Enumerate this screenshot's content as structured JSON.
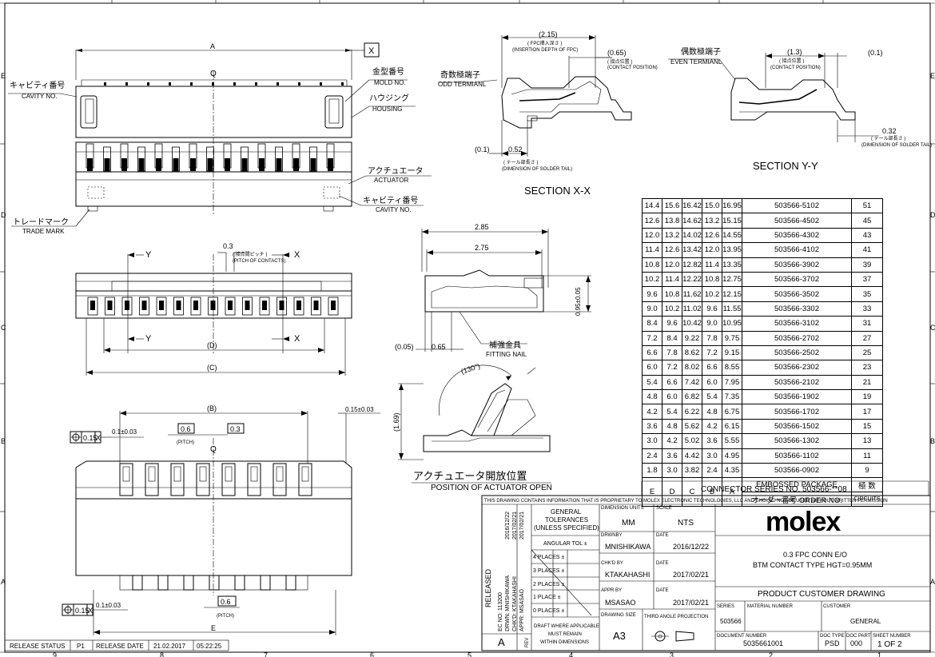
{
  "drawing": {
    "title_block": {
      "proprietary_notice": "THIS DRAWING CONTAINS INFORMATION THAT IS PROPRIETARY TO MOLEX ELECTRONIC TECHNOLOGIES, LLC AND SHOULD NOT BE USED WITHOUT WRITTEN PERMISSION",
      "company": "molex",
      "description_line1": "0.3 FPC CONN E/O",
      "description_line2": "BTM CONTACT TYPE HGT=0.95MM",
      "drawing_type": "PRODUCT CUSTOMER DRAWING",
      "dimension_units_label": "DIMENSION UNITS",
      "dimension_units": "MM",
      "scale_label": "SCALE",
      "scale": "NTS",
      "general_tolerances": "GENERAL TOLERANCES (UNLESS SPECIFIED)",
      "angular_tol": "ANGULAR TOL ±",
      "places": [
        "4 PLACES ±",
        "3 PLACES ±",
        "2 PLACES ±",
        "1 PLACE ±",
        "0 PLACES ±"
      ],
      "draft_note": "DRAFT WHERE APPLICABLE MUST REMAIN WITHIN DIMENSIONS",
      "drawn_by_label": "DRWNBY",
      "drawn_by": "MNISHIKAWA",
      "drawn_date": "2016/12/22",
      "checked_by_label": "CHK'D BY",
      "checked_by": "KTAKAHASHI",
      "checked_date": "2017/02/21",
      "approved_by_label": "APPR BY",
      "approved_by": "MSASAO",
      "approved_date": "2017/02/21",
      "date_label": "DATE",
      "drawing_size_label": "DRAWING SIZE",
      "drawing_size": "A3",
      "projection_label": "THIRD ANGLE PROJECTION",
      "series_label": "SERIES",
      "series": "503566",
      "material_number_label": "MATERIAL NUMBER",
      "customer_label": "CUSTOMER",
      "customer": "GENERAL",
      "document_number_label": "DOCUMENT NUMBER",
      "document_number": "5035661001",
      "doc_type_label": "DOC TYPE",
      "doc_type": "PSD",
      "doc_part_label": "DOC PART",
      "doc_part": "000",
      "sheet_number_label": "SHEET NUMBER",
      "sheet": "1 OF 2",
      "rev": "A",
      "rev_label": "REV",
      "released_label": "RELEASED",
      "ec_no": "EC NO: 113200",
      "drwn": "DRWN: MNISHIKAWA",
      "chkd": "CHK'D: KTAKAHASHI",
      "appr": "APPR: MSASAO",
      "rel_date1": "2016/12/22",
      "rel_date2": "2017/02/21",
      "rel_date3": "2017/02/21"
    },
    "release_status": {
      "label": "RELEASE STATUS",
      "status": "P1",
      "date_label": "RELEASE DATE",
      "date": "21.02.2017",
      "time": "05:22:25"
    },
    "border": {
      "columns": [
        "9",
        "8",
        "7",
        "6",
        "5",
        "4",
        "3",
        "2",
        "1"
      ],
      "rows": [
        "E",
        "D",
        "C",
        "B",
        "A"
      ]
    },
    "top_view": {
      "dim_a": "A",
      "datum_x": "X",
      "centerline": "Q",
      "cavity_no_jp": "キャビティ番号",
      "cavity_no": "CAVITY NO.",
      "mold_no_jp": "金型番号",
      "mold_no": "MOLD NO.",
      "housing_jp": "ハウジング",
      "housing": "HOUSING",
      "actuator_jp": "アクチュエータ",
      "actuator": "ACTUATOR",
      "cavity_no2_jp": "キャビティ番号",
      "cavity_no2": "CAVITY NO.",
      "trade_mark_jp": "トレードマーク",
      "trade_mark": "TRADE MARK"
    },
    "front_view": {
      "y": "Y",
      "x": "X",
      "pitch": "0.3",
      "pitch_note_jp": "( 接点間ピッチ )",
      "pitch_note": "(PITCH OF CONTACTS)",
      "dim_d": "(D)",
      "dim_c": "(C)"
    },
    "footprint_view": {
      "dim_b": "(B)",
      "tol_015": "0.15±0.03",
      "gdt_015": "0.15",
      "gdt_x": "X",
      "tol_01": "0.1±0.03",
      "pitch_06": "0.6",
      "pitch_label": "(PITCH)",
      "dim_03": "0.3",
      "dim_e": "E",
      "centerline": "Q"
    },
    "section_xx": {
      "title": "SECTION X-X",
      "dim_215": "(2.15)",
      "insertion_jp": "( FPC挿入深さ )",
      "insertion": "(INSERTION DEPTH OF FPC)",
      "dim_065": "(0.65)",
      "contact_pos_jp": "( 接点位置 )",
      "contact_pos": "(CONTACT POSITION)",
      "odd_jp": "奇数極端子",
      "odd": "ODD TERMIANL",
      "dim_01": "(0.1)",
      "dim_052": "0.52",
      "tail_jp": "( テール部長さ )",
      "tail": "(DIMENSION OF SOLDER TAIL)"
    },
    "section_yy": {
      "title": "SECTION Y-Y",
      "even_jp": "偶数極端子",
      "even": "EVEN TERMIANL",
      "dim_13": "(1.3)",
      "contact_pos_jp": "( 接点位置 )",
      "contact_pos": "(CONTACT POSITION)",
      "dim_01": "(0.1)",
      "dim_032": "0.32",
      "tail_jp": "( テール部長さ )",
      "tail": "(DIMENSION OF SOLDER TAIL)"
    },
    "side_view": {
      "dim_285": "2.85",
      "dim_275": "2.75",
      "dim_095": "0.95±0.05",
      "dim_005": "(0.05)",
      "dim_065": "0.65",
      "fitting_nail_jp": "補強金具",
      "fitting_nail": "FITTING NAIL"
    },
    "actuator_open": {
      "angle": "(130°)",
      "height": "(1.69)",
      "title_jp": "アクチュエータ開放位置",
      "title": "POSITION OF ACTUATOR OPEN"
    },
    "order_table": {
      "columns": [
        "E",
        "D",
        "C",
        "B",
        "A"
      ],
      "embossed": "EMBOSSED PACKAGE",
      "order_no": "オーダー番号 ORDER NO.",
      "circuits_jp": "極 数",
      "circuits": "CIRCUITS",
      "series_note": "CONNECTOR SERIES NO. 503566-**08",
      "rows": [
        {
          "e": "14.4",
          "d": "15.6",
          "c": "16.42",
          "b": "15.0",
          "a": "16.95",
          "pn": "503566-5102",
          "ckt": "51"
        },
        {
          "e": "12.6",
          "d": "13.8",
          "c": "14.62",
          "b": "13.2",
          "a": "15.15",
          "pn": "503566-4502",
          "ckt": "45"
        },
        {
          "e": "12.0",
          "d": "13.2",
          "c": "14.02",
          "b": "12.6",
          "a": "14.55",
          "pn": "503566-4302",
          "ckt": "43"
        },
        {
          "e": "11.4",
          "d": "12.6",
          "c": "13.42",
          "b": "12.0",
          "a": "13.95",
          "pn": "503566-4102",
          "ckt": "41"
        },
        {
          "e": "10.8",
          "d": "12.0",
          "c": "12.82",
          "b": "11.4",
          "a": "13.35",
          "pn": "503566-3902",
          "ckt": "39"
        },
        {
          "e": "10.2",
          "d": "11.4",
          "c": "12.22",
          "b": "10.8",
          "a": "12.75",
          "pn": "503566-3702",
          "ckt": "37"
        },
        {
          "e": "9.6",
          "d": "10.8",
          "c": "11.62",
          "b": "10.2",
          "a": "12.15",
          "pn": "503566-3502",
          "ckt": "35"
        },
        {
          "e": "9.0",
          "d": "10.2",
          "c": "11.02",
          "b": "9.6",
          "a": "11.55",
          "pn": "503566-3302",
          "ckt": "33"
        },
        {
          "e": "8.4",
          "d": "9.6",
          "c": "10.42",
          "b": "9.0",
          "a": "10.95",
          "pn": "503566-3102",
          "ckt": "31"
        },
        {
          "e": "7.2",
          "d": "8.4",
          "c": "9.22",
          "b": "7.8",
          "a": "9.75",
          "pn": "503566-2702",
          "ckt": "27"
        },
        {
          "e": "6.6",
          "d": "7.8",
          "c": "8.62",
          "b": "7.2",
          "a": "9.15",
          "pn": "503566-2502",
          "ckt": "25"
        },
        {
          "e": "6.0",
          "d": "7.2",
          "c": "8.02",
          "b": "6.6",
          "a": "8.55",
          "pn": "503566-2302",
          "ckt": "23"
        },
        {
          "e": "5.4",
          "d": "6.6",
          "c": "7.42",
          "b": "6.0",
          "a": "7.95",
          "pn": "503566-2102",
          "ckt": "21"
        },
        {
          "e": "4.8",
          "d": "6.0",
          "c": "6.82",
          "b": "5.4",
          "a": "7.35",
          "pn": "503566-1902",
          "ckt": "19"
        },
        {
          "e": "4.2",
          "d": "5.4",
          "c": "6.22",
          "b": "4.8",
          "a": "6.75",
          "pn": "503566-1702",
          "ckt": "17"
        },
        {
          "e": "3.6",
          "d": "4.8",
          "c": "5.62",
          "b": "4.2",
          "a": "6.15",
          "pn": "503566-1502",
          "ckt": "15"
        },
        {
          "e": "3.0",
          "d": "4.2",
          "c": "5.02",
          "b": "3.6",
          "a": "5.55",
          "pn": "503566-1302",
          "ckt": "13"
        },
        {
          "e": "2.4",
          "d": "3.6",
          "c": "4.42",
          "b": "3.0",
          "a": "4.95",
          "pn": "503566-1102",
          "ckt": "11"
        },
        {
          "e": "1.8",
          "d": "3.0",
          "c": "3.82",
          "b": "2.4",
          "a": "4.35",
          "pn": "503566-0902",
          "ckt": "9"
        }
      ]
    }
  }
}
